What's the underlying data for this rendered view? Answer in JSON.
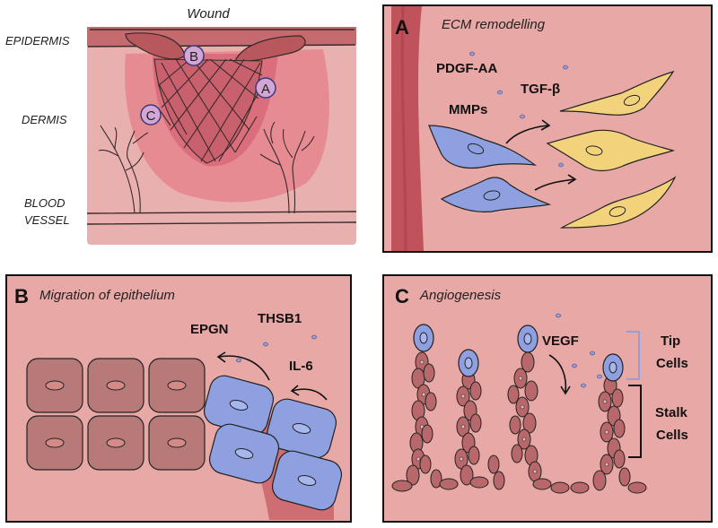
{
  "overview": {
    "wound_label": "Wound",
    "layer_labels": [
      "EPIDERMIS",
      "DERMIS",
      "BLOOD",
      "VESSEL"
    ],
    "markers": [
      "A",
      "B",
      "C"
    ]
  },
  "panel_a": {
    "letter": "A",
    "title": "ECM remodelling",
    "factors": [
      "PDGF-AA",
      "TGF-β",
      "MMPs"
    ]
  },
  "panel_b": {
    "letter": "B",
    "title": "Migration of epithelium",
    "factors": [
      "EPGN",
      "THSB1",
      "IL-6"
    ]
  },
  "panel_c": {
    "letter": "C",
    "title": "Angiogenesis",
    "factors": [
      "VEGF"
    ],
    "cell_labels": [
      "Tip",
      "Cells",
      "Stalk",
      "Cells"
    ]
  },
  "colors": {
    "panel_bg": "#e8a8a6",
    "skin_light": "#e9b0b0",
    "wound_red": "#e0707a",
    "epidermis": "#c95a5e",
    "fibroblast_blue": "#8ea0e0",
    "myofibroblast_yellow": "#f3d27c",
    "epithelial_brown": "#b87a78",
    "tip_cell_blue": "#8ea0e0"
  }
}
